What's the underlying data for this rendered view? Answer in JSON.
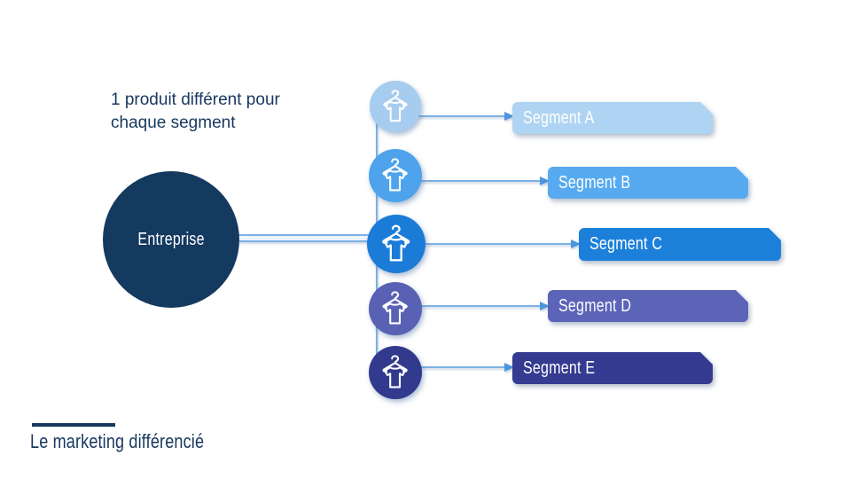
{
  "heading": {
    "line1": "1 produit différent pour",
    "line2": "chaque segment"
  },
  "entreprise": {
    "label": "Entreprise"
  },
  "segments": [
    {
      "label": "Segment A",
      "box_color": "#AFD4F3",
      "icon_color": "#A6CCEF",
      "icon": "tshirt-hanger-icon"
    },
    {
      "label": "Segment B",
      "box_color": "#57AAEF",
      "icon_color": "#4EA3EC",
      "icon": "tshirt-hanger-icon"
    },
    {
      "label": "Segment C",
      "box_color": "#1C80DA",
      "icon_color": "#1B7CD8",
      "icon": "tshirt-hanger-icon"
    },
    {
      "label": "Segment D",
      "box_color": "#5B64B7",
      "icon_color": "#5961B4",
      "icon": "tshirt-hanger-icon"
    },
    {
      "label": "Segment E",
      "box_color": "#343B90",
      "icon_color": "#323A8D",
      "icon": "tshirt-hanger-icon"
    }
  ],
  "footer": {
    "label": "Le marketing différencié"
  },
  "colors": {
    "entreprise-circle": "#143A60",
    "heading-text": "#17375E",
    "connector": "#7DB1E5",
    "arrowhead": "#4B95DD",
    "footer-accent": "#17375E"
  }
}
